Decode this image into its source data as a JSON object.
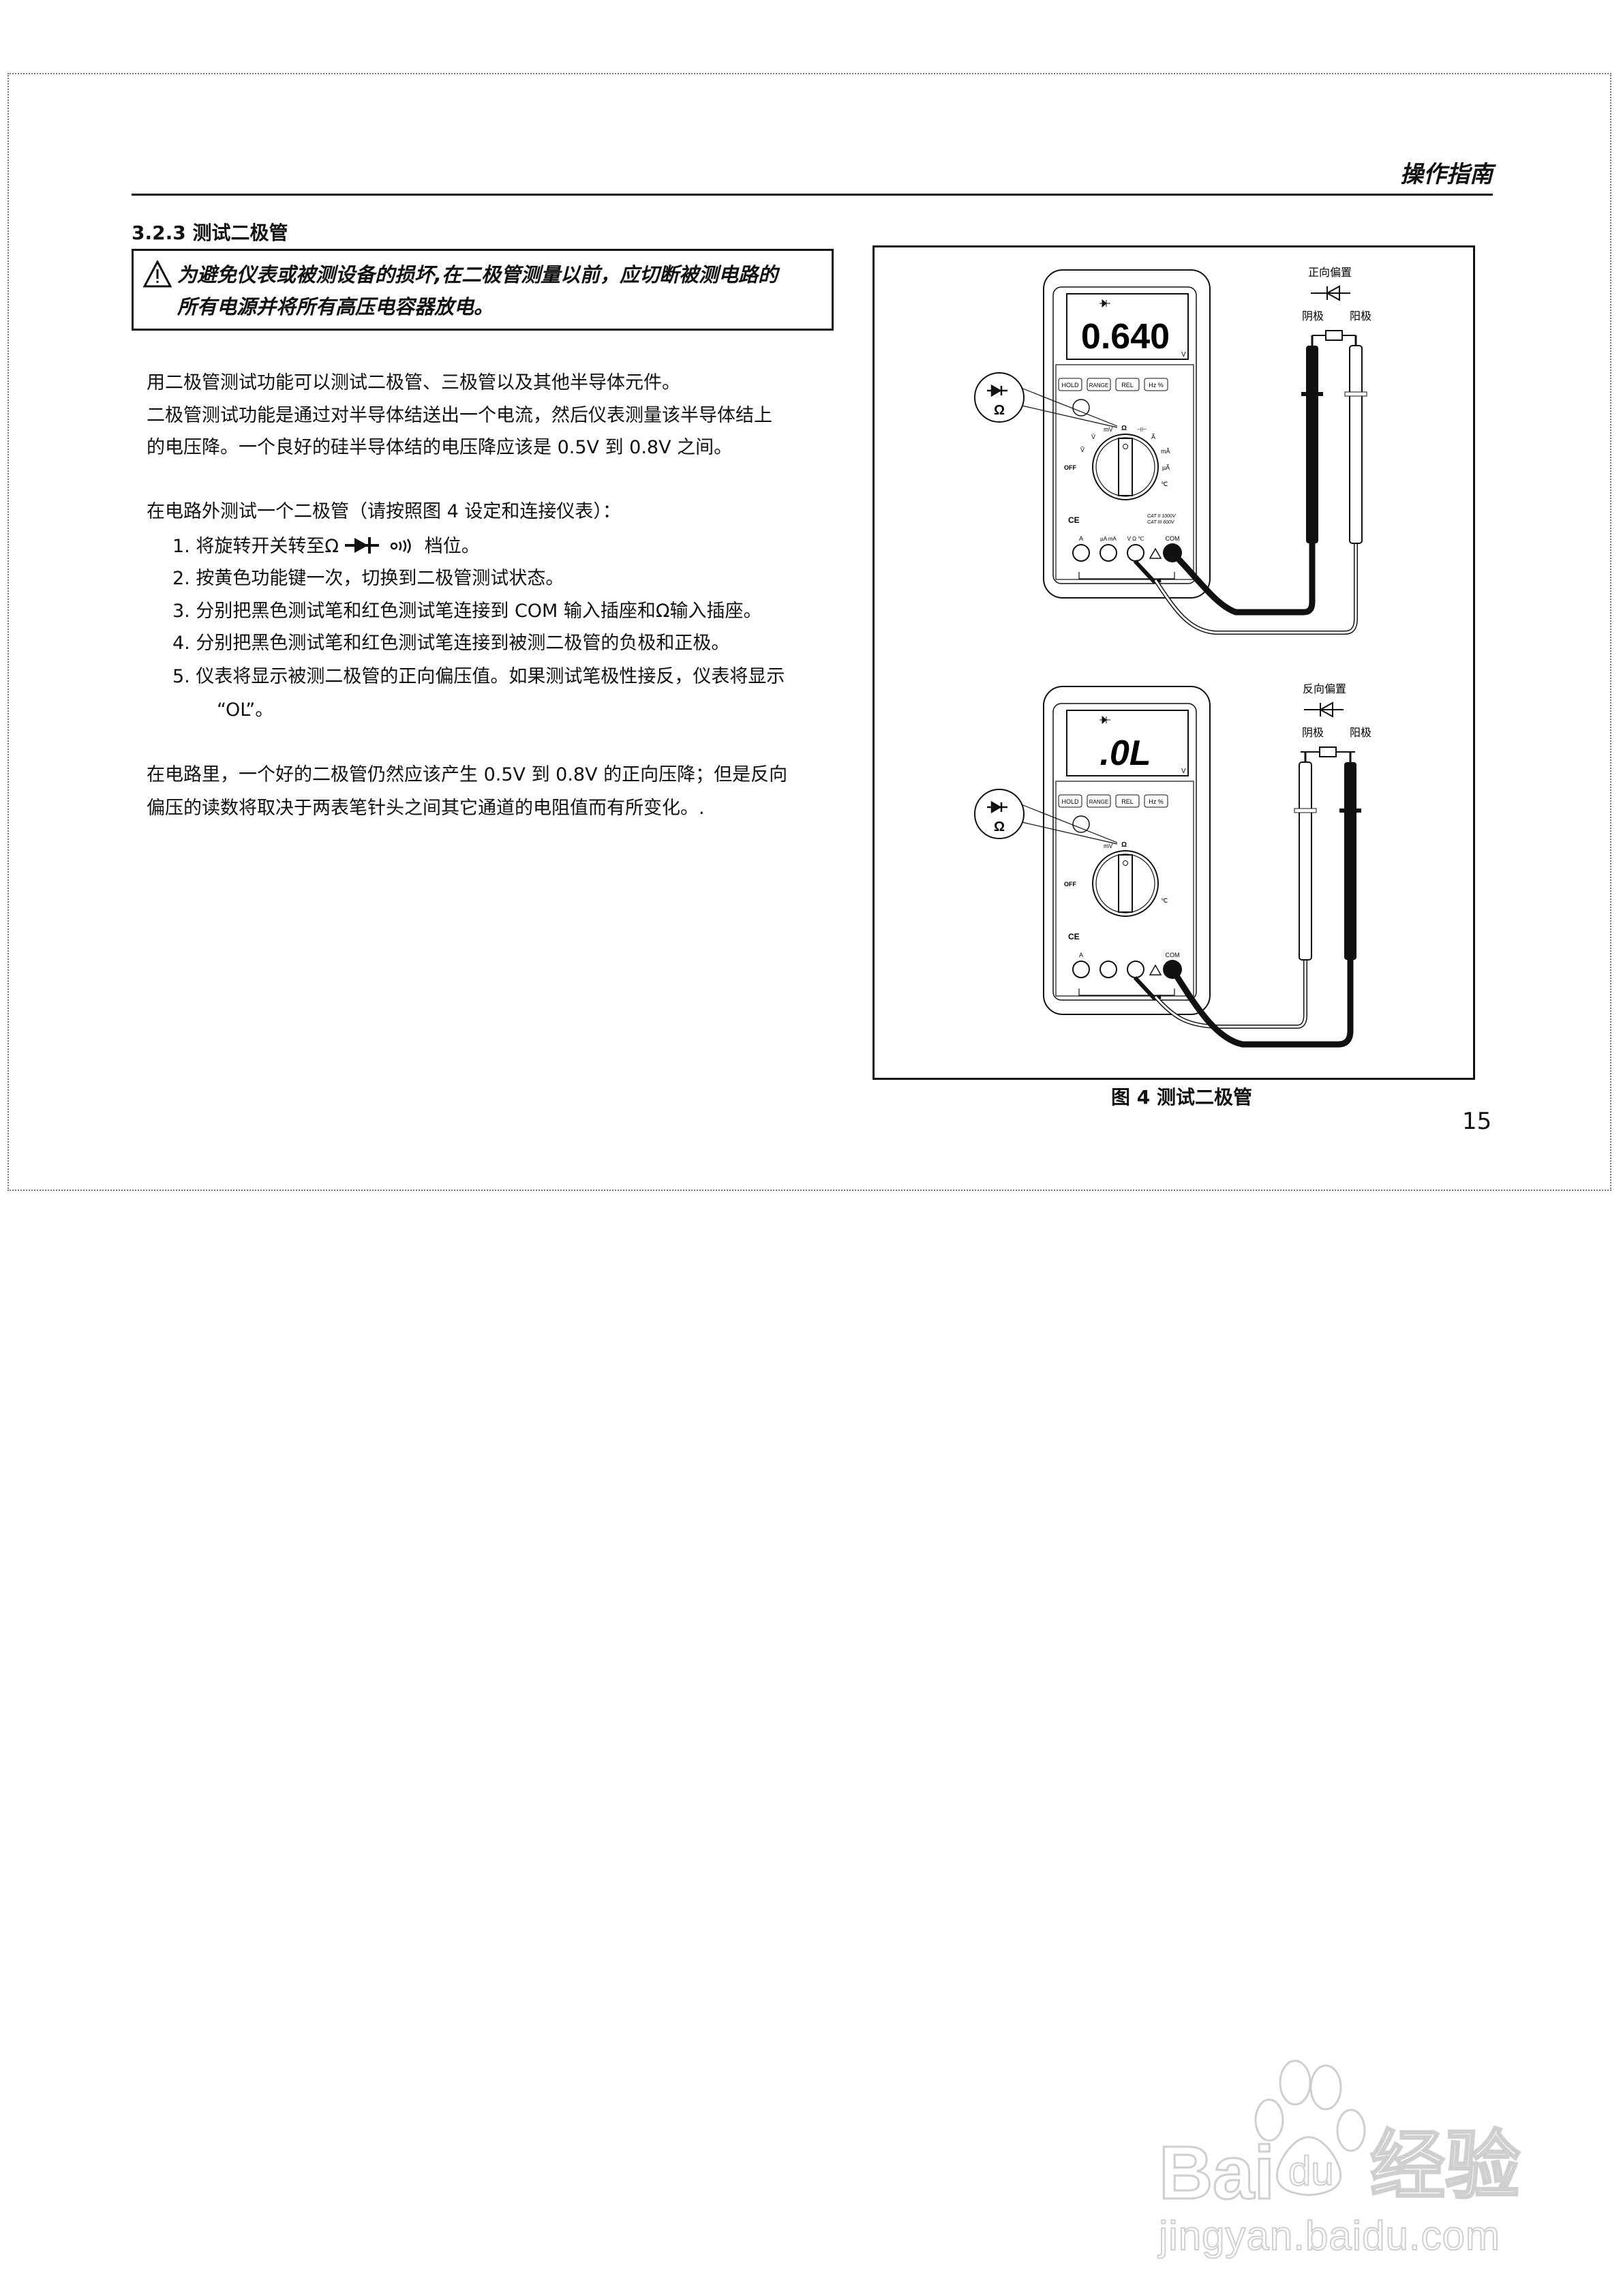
{
  "header": {
    "title": "操作指南"
  },
  "section": {
    "title": "3.2.3 测试二极管"
  },
  "warning": {
    "icon": "warning-triangle-icon",
    "line1": "为避免仪表或被测设备的损坏,在二极管测量以前，应切断被测电路的",
    "line2": "所有电源并将所有高压电容器放电。"
  },
  "intro": [
    "用二极管测试功能可以测试二极管、三极管以及其他半导体元件。",
    "二极管测试功能是通过对半导体结送出一个电流，然后仪表测量该半导体结上",
    "的电压降。一个良好的硅半导体结的电压降应该是 0.5V 到 0.8V 之间。"
  ],
  "procedure": {
    "lead": "在电路外测试一个二极管（请按照图 4 设定和连接仪表）：",
    "steps": [
      {
        "num": "1.",
        "pre": "将旋转开关转至Ω",
        "post": "档位。"
      },
      {
        "num": "2.",
        "text": "按黄色功能键一次，切换到二极管测试状态。"
      },
      {
        "num": "3.",
        "text": "分别把黑色测试笔和红色测试笔连接到 COM 输入插座和Ω输入插座。"
      },
      {
        "num": "4.",
        "text": "分别把黑色测试笔和红色测试笔连接到被测二极管的负极和正极。"
      },
      {
        "num": "5.",
        "text": "仪表将显示被测二极管的正向偏压值。如果测试笔极性接反，仪表将显示",
        "cont": "“OL”。"
      }
    ]
  },
  "incircuit": [
    "在电路里，一个好的二极管仍然应该产生 0.5V 到 0.8V 的正向压降；但是反向",
    "偏压的读数将取决于两表笔针头之间其它通道的电阻值而有所变化。."
  ],
  "figure": {
    "caption": "图 4 测试二极管",
    "meters": [
      {
        "reading": "0.640",
        "unit": "V",
        "bias": "正向偏置",
        "cathode": "阴极",
        "anode": "阳极"
      },
      {
        "reading": ".0L",
        "unit": "V",
        "bias": "反向偏置",
        "cathode": "阴极",
        "anode": "阳极"
      }
    ],
    "buttons": [
      "HOLD",
      "RANGE",
      "REL",
      "Hz %"
    ],
    "dial": {
      "off": "OFF",
      "v_ac": "Ṽ",
      "v_dc": "V̄",
      "mv": "mV",
      "ohm": "Ω",
      "cap": "⊣⊢",
      "a": "Ã",
      "ma": "mÃ",
      "ua": "µÃ",
      "temp": "℃"
    },
    "jacks": [
      "A",
      "µA mA",
      "V Ω ℃",
      "COM"
    ],
    "cat": [
      "CAT II 1000V",
      "CAT III 600V"
    ],
    "ce": "CE",
    "callout": "Ω"
  },
  "page_number": "15",
  "watermark": {
    "logo": "Bai du 经验",
    "url": "jingyan.baidu.com"
  }
}
